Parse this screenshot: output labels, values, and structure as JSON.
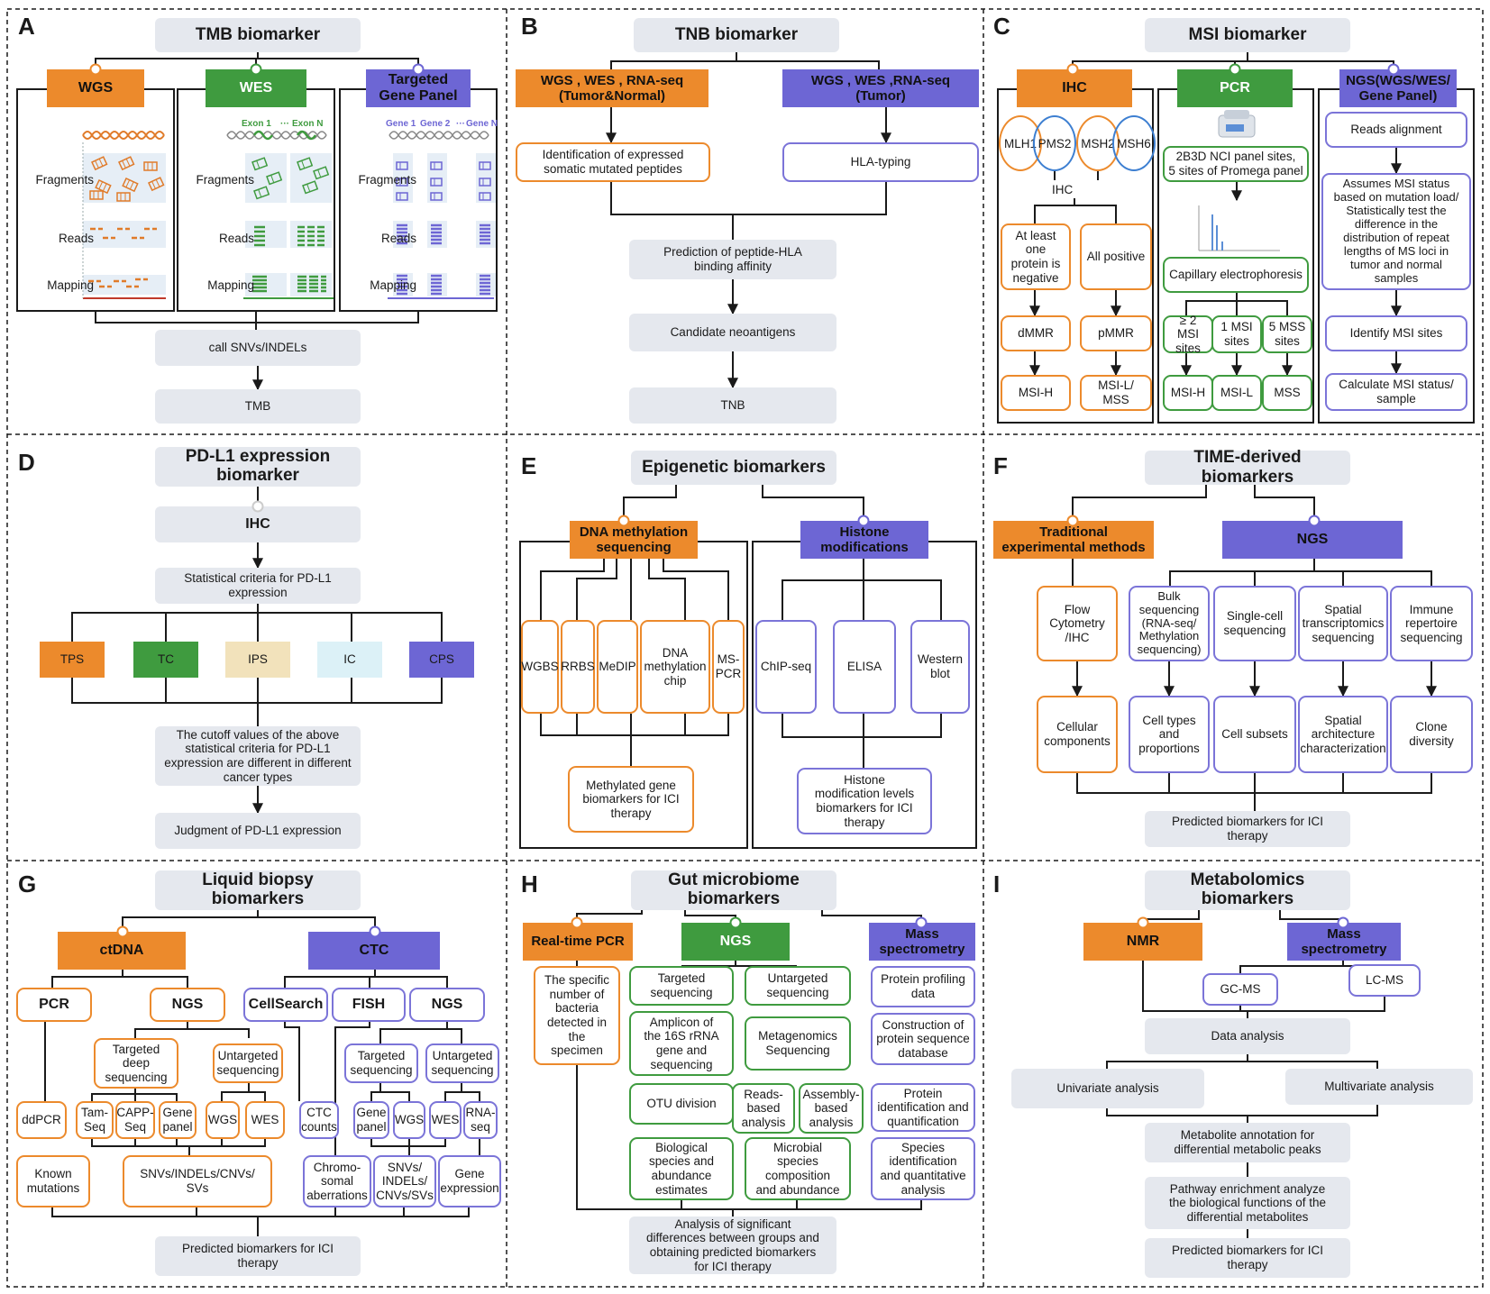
{
  "panels": {
    "A": {
      "label": "A",
      "title": "TMB  biomarker",
      "wgs": "WGS",
      "wes": "WES",
      "tgp": "Targeted\nGene Panel",
      "rows": {
        "fragments": "Fragments",
        "reads": "Reads",
        "mapping": "Mapping"
      },
      "exon1": "Exon 1",
      "exonN": "Exon N",
      "exondots": "···",
      "gene1": "Gene 1",
      "gene2": "Gene 2",
      "genedots": "···",
      "geneN": "Gene N",
      "call": "call SNVs/INDELs",
      "tmb": "TMB"
    },
    "B": {
      "label": "B",
      "title": "TNB  biomarker",
      "left": "WGS , WES , RNA-seq\n(Tumor&Normal)",
      "right": "WGS , WES ,RNA-seq\n(Tumor)",
      "peptides": "Identification of expressed\nsomatic mutated peptides",
      "hla": "HLA-typing",
      "pred": "Prediction of peptide-HLA\nbinding affinity",
      "cand": "Candidate neoantigens",
      "tnb": "TNB"
    },
    "C": {
      "label": "C",
      "title": "MSI biomarker",
      "ihc": "IHC",
      "pcr": "PCR",
      "ngs": "NGS(WGS/WES/\nGene Panel)",
      "mlh1": "MLH1",
      "pms2": "PMS2",
      "msh2": "MSH2",
      "msh6": "MSH6",
      "ihc2": "IHC",
      "neg": "At least\none\nprotein  is\nnegative",
      "pos": "All positive",
      "dmmr": "dMMR",
      "pmmr": "pMMR",
      "msih1": "MSI-H",
      "msil_mss": "MSI-L/\nMSS",
      "sites": "2B3D NCI panel sites,\n5 sites of Promega panel",
      "ce": "Capillary electrophoresis",
      "s2": "≥ 2 MSI\nsites",
      "s1": "1 MSI\nsites",
      "s5": "5 MSS\nsites",
      "msih2": "MSI-H",
      "msil": "MSI-L",
      "mss": "MSS",
      "align": "Reads alignment",
      "assume": "Assumes MSI status\nbased on mutation load/\nStatistically test the\ndifference in the\ndistribution of repeat\nlengths of MS loci in\ntumor and normal\nsamples",
      "identify": "Identify MSI sites",
      "calc": "Calculate MSI status/\nsample"
    },
    "D": {
      "label": "D",
      "title": "PD-L1 expression\nbiomarker",
      "ihc": "IHC",
      "crit": "Statistical criteria for PD-L1\nexpression",
      "tps": "TPS",
      "tc": "TC",
      "ips": "IPS",
      "ic": "IC",
      "cps": "CPS",
      "cutoff": "The cutoff values of the above\nstatistical criteria for PD-L1\nexpression are different in different\ncancer types",
      "judge": "Judgment of PD-L1 expression"
    },
    "E": {
      "label": "E",
      "title": "Epigenetic  biomarkers",
      "dna": "DNA methylation\nsequencing",
      "hist": "Histone\nmodifications",
      "wgbs": "WGBS",
      "rrbs": "RRBS",
      "medip": "MeDIP",
      "chip": "DNA\nmethylation\nchip",
      "mspcr": "MS-\nPCR",
      "chipseq": "ChIP-seq",
      "elisa": "ELISA",
      "wb": "Western\nblot",
      "meth": "Methylated gene\nbiomarkers for ICI\ntherapy",
      "histbio": "Histone\nmodification levels\nbiomarkers for ICI\ntherapy"
    },
    "F": {
      "label": "F",
      "title": "TIME-derived biomarkers",
      "trad": "Traditional\nexperimental methods",
      "ngs": "NGS",
      "flow": "Flow\nCytometry\n/IHC",
      "bulk": "Bulk\nsequencing\n(RNA-seq/\nMethylation\nsequencing)",
      "single": "Single-cell\nsequencing",
      "spatial": "Spatial\ntranscriptomics\nsequencing",
      "immune": "Immune\nrepertoire\nsequencing",
      "cell": "Cellular\ncomponents",
      "types": "Cell types\nand\nproportions",
      "subsets": "Cell subsets",
      "arch": "Spatial\narchitecture\ncharacterization",
      "clone": "Clone\ndiversity",
      "pred": "Predicted biomarkers for ICI\ntherapy"
    },
    "G": {
      "label": "G",
      "title": "Liquid biopsy\nbiomarkers",
      "ctdna": "ctDNA",
      "ctc": "CTC",
      "pcr": "PCR",
      "ngs1": "NGS",
      "cellsearch": "CellSearch",
      "fish": "FISH",
      "ngs2": "NGS",
      "tds": "Targeted\ndeep\nsequencing",
      "unt1": "Untargeted\nsequencing",
      "ts": "Targeted\nsequencing",
      "unt2": "Untargeted\nsequencing",
      "ddpcr": "ddPCR",
      "tamseq": "Tam-\nSeq",
      "capp": "CAPP-\nSeq",
      "gp1": "Gene\npanel",
      "wgs1": "WGS",
      "wes1": "WES",
      "ctcc": "CTC\ncounts",
      "gp2": "Gene\npanel",
      "wgs2": "WGS",
      "wes2": "WES",
      "rna": "RNA-\nseq",
      "known": "Known\nmutations",
      "snv1": "SNVs/INDELs/CNVs/\nSVs",
      "chromo": "Chromo-\nsomal\naberrations",
      "snv2": "SNVs/\nINDELs/\nCNVs/SVs",
      "geneexp": "Gene\nexpression",
      "pred": "Predicted biomarkers for ICI\ntherapy"
    },
    "H": {
      "label": "H",
      "title": "Gut microbiome\nbiomarkers",
      "rtpcr": "Real-time PCR",
      "ngs": "NGS",
      "ms": "Mass\nspectrometry",
      "specific": "The specific\nnumber of\nbacteria\ndetected in\nthe\nspecimen",
      "targ": "Targeted\nsequencing",
      "untarg": "Untargeted\nsequencing",
      "amplicon": "Amplicon of\nthe 16S rRNA\ngene and\nsequencing",
      "meta": "Metagenomics\nSequencing",
      "otu": "OTU division",
      "reads": "Reads-\nbased\nanalysis",
      "assembly": "Assembly-\nbased\nanalysis",
      "bio": "Biological\nspecies and\nabundance\nestimates",
      "micro": "Microbial\nspecies\ncomposition\nand abundance",
      "prot": "Protein profiling\ndata",
      "constr": "Construction of\nprotein sequence\ndatabase",
      "protid": "Protein\nidentification and\nquantification",
      "species": "Species\nidentification\nand quantitative\nanalysis",
      "analysis": "Analysis of significant\ndifferences between groups and\nobtaining predicted biomarkers\nfor ICI therapy"
    },
    "I": {
      "label": "I",
      "title": "Metabolomics\nbiomarkers",
      "nmr": "NMR",
      "ms": "Mass\nspectrometry",
      "gcms": "GC-MS",
      "lcms": "LC-MS",
      "data": "Data analysis",
      "uni": "Univariate analysis",
      "multi": "Multivariate analysis",
      "annot": "Metabolite annotation for\ndifferential metabolic peaks",
      "path": "Pathway enrichment analyze\nthe  biological functions of the\ndifferential metabolites",
      "pred": "Predicted biomarkers for ICI\ntherapy"
    }
  },
  "colors": {
    "orange": "#ec8a2c",
    "green": "#3f9b3f",
    "purple": "#6d66d4",
    "gray": "#e5e8ee",
    "tc_green": "#3f9b3f",
    "ips_beige": "#f2e2bb",
    "ic_blue": "#dcf1f7",
    "ellipse_blue": "#3d7fd1"
  },
  "icons": {
    "instrument": "pcr-instrument-icon",
    "electropherogram": "electropherogram-icon",
    "dna": "dna-helix-icon"
  }
}
